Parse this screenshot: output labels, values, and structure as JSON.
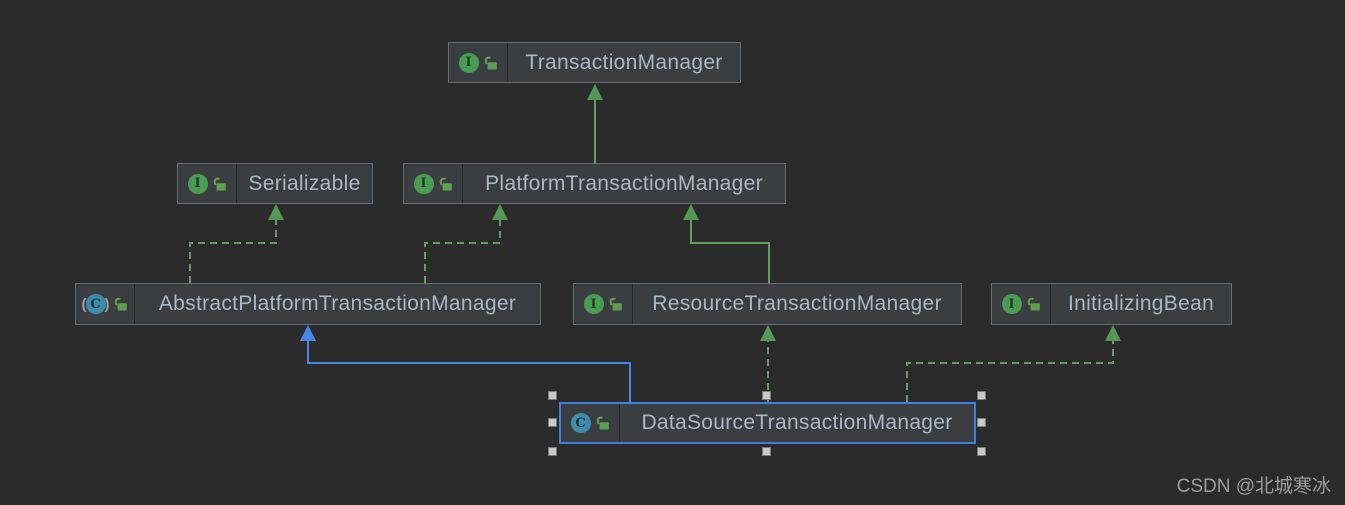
{
  "diagram": {
    "background": "#2b2b2b",
    "icon_glyphs": {
      "interface": "I",
      "class": "C",
      "abstract_open": "(",
      "abstract_close": ")"
    },
    "nodes": [
      {
        "id": "TransactionManager",
        "label": "TransactionManager",
        "kind": "interface",
        "selected": false
      },
      {
        "id": "Serializable",
        "label": "Serializable",
        "kind": "interface",
        "selected": false
      },
      {
        "id": "PlatformTransactionManager",
        "label": "PlatformTransactionManager",
        "kind": "interface",
        "selected": false
      },
      {
        "id": "AbstractPlatformTransactionManager",
        "label": "AbstractPlatformTransactionManager",
        "kind": "abstract-class",
        "selected": false
      },
      {
        "id": "ResourceTransactionManager",
        "label": "ResourceTransactionManager",
        "kind": "interface",
        "selected": false
      },
      {
        "id": "InitializingBean",
        "label": "InitializingBean",
        "kind": "interface",
        "selected": false
      },
      {
        "id": "DataSourceTransactionManager",
        "label": "DataSourceTransactionManager",
        "kind": "class",
        "selected": true
      }
    ],
    "edges": [
      {
        "from": "PlatformTransactionManager",
        "to": "TransactionManager",
        "relation": "extends",
        "line": "solid",
        "color": "#5f9e5f"
      },
      {
        "from": "AbstractPlatformTransactionManager",
        "to": "Serializable",
        "relation": "implements",
        "line": "dashed",
        "color": "#5f9e5f"
      },
      {
        "from": "AbstractPlatformTransactionManager",
        "to": "PlatformTransactionManager",
        "relation": "implements",
        "line": "dashed",
        "color": "#5f9e5f"
      },
      {
        "from": "ResourceTransactionManager",
        "to": "PlatformTransactionManager",
        "relation": "extends",
        "line": "solid",
        "color": "#5f9e5f"
      },
      {
        "from": "DataSourceTransactionManager",
        "to": "AbstractPlatformTransactionManager",
        "relation": "extends",
        "line": "solid",
        "color": "#4a86e8"
      },
      {
        "from": "DataSourceTransactionManager",
        "to": "ResourceTransactionManager",
        "relation": "implements",
        "line": "dashed",
        "color": "#5f9e5f"
      },
      {
        "from": "DataSourceTransactionManager",
        "to": "InitializingBean",
        "relation": "implements",
        "line": "dashed",
        "color": "#5f9e5f"
      }
    ],
    "colors": {
      "node_fill": "#3b3e40",
      "node_border": "#6a6d6f",
      "node_text": "#a9b7c6",
      "selection_border": "#3e7ede",
      "handle_fill": "#c9c9c9",
      "edge_green": "#5f9e5f",
      "edge_blue": "#4a86e8",
      "interface_icon_bg": "#499c54",
      "class_icon_bg": "#3e8caa",
      "lock_icon": "#5ea050"
    }
  },
  "watermark": {
    "text": "CSDN @北城寒冰"
  }
}
